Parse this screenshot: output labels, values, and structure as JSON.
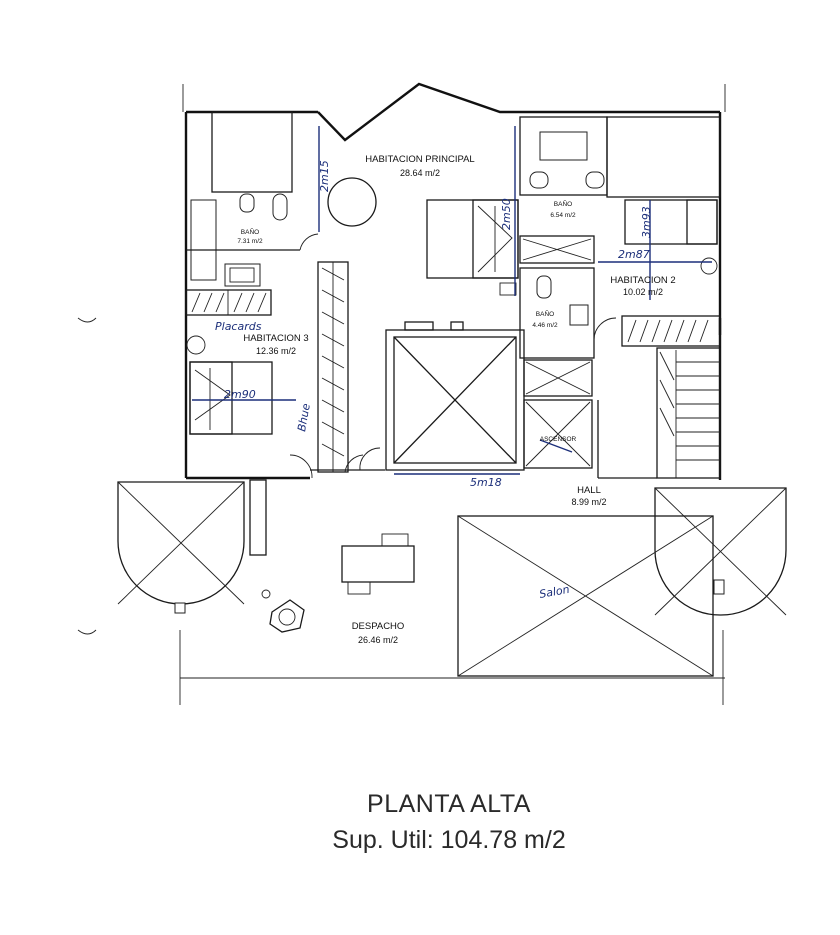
{
  "rooms": {
    "principal": {
      "name": "HABITACION PRINCIPAL",
      "area": "28.64 m/2"
    },
    "bano1": {
      "name": "BAÑO",
      "area": "7.31 m/2"
    },
    "bano2": {
      "name": "BAÑO",
      "area": "6.54 m/2"
    },
    "bano3": {
      "name": "BAÑO",
      "area": "4.46 m/2"
    },
    "hab2": {
      "name": "HABITACION 2",
      "area": "10.02 m/2"
    },
    "hab3": {
      "name": "HABITACION 3",
      "area": "12.36 m/2"
    },
    "ascensor": {
      "name": "ASCENSOR"
    },
    "hall": {
      "name": "HALL",
      "area": "8.99 m/2"
    },
    "despacho": {
      "name": "DESPACHO",
      "area": "26.46 m/2"
    }
  },
  "annotations": {
    "placard": "Placards",
    "cama_hab3": "2m90",
    "armario_hab3": "Bhue",
    "hall_width": "5m18",
    "principal_wall_left": "2m15",
    "principal_wall_right": "2m50",
    "hab2_width": "2m87",
    "hab2_height": "3m93",
    "salon": "Salon"
  },
  "footer": {
    "title": "PLANTA ALTA",
    "subtitle": "Sup. Util: 104.78 m/2"
  }
}
